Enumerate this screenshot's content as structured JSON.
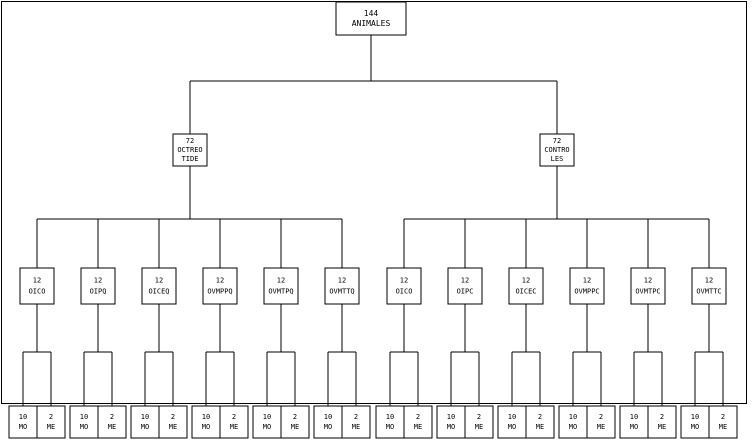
{
  "root": {
    "lines": [
      "144",
      "ANIMALES"
    ]
  },
  "groups": [
    {
      "id": "octreotide",
      "lines": [
        "72",
        "OCTREO",
        "TIDE"
      ],
      "subgroups": [
        {
          "lines": [
            "12",
            "OICO"
          ]
        },
        {
          "lines": [
            "12",
            "OIPQ"
          ]
        },
        {
          "lines": [
            "12",
            "OICEQ"
          ]
        },
        {
          "lines": [
            "12",
            "OVMPPQ"
          ]
        },
        {
          "lines": [
            "12",
            "OVMTPQ"
          ]
        },
        {
          "lines": [
            "12",
            "OVMTTQ"
          ]
        }
      ]
    },
    {
      "id": "controles",
      "lines": [
        "72",
        "CONTRO",
        "LES"
      ],
      "subgroups": [
        {
          "lines": [
            "12",
            "OICO"
          ]
        },
        {
          "lines": [
            "12",
            "OIPC"
          ]
        },
        {
          "lines": [
            "12",
            "OICEC"
          ]
        },
        {
          "lines": [
            "12",
            "OVMPPC"
          ]
        },
        {
          "lines": [
            "12",
            "OVMTPC"
          ]
        },
        {
          "lines": [
            "12",
            "OVMTTC"
          ]
        }
      ]
    }
  ],
  "leaf_pair": [
    {
      "lines": [
        "10",
        "MO"
      ]
    },
    {
      "lines": [
        "2",
        "ME"
      ]
    }
  ]
}
